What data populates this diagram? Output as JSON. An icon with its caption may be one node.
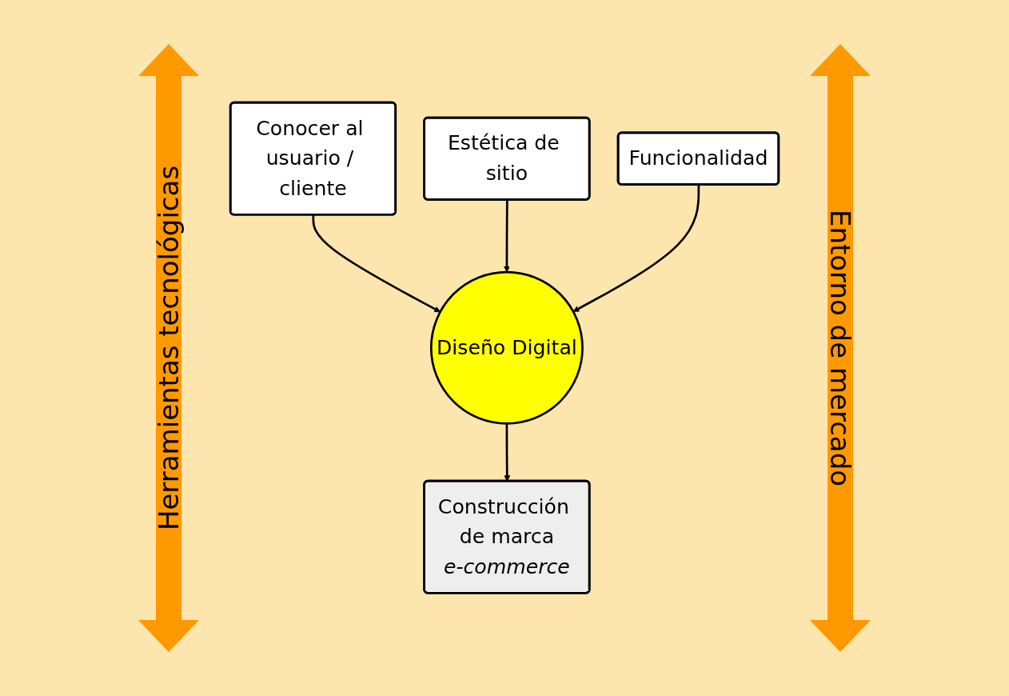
{
  "diagram": {
    "nodes": [
      {
        "text": [
          "Conocer al usuario / cliente"
        ]
      },
      {
        "text": [
          "Estética de sitio"
        ]
      },
      {
        "text": [
          "Funcionalidad"
        ]
      },
      {
        "text": [
          "Diseño Digital"
        ]
      },
      {
        "text": [
          "Construcción de marca",
          "e-commerce"
        ]
      }
    ],
    "edges": [
      {
        "from": 0,
        "to": 3,
        "arrow": "to"
      },
      {
        "from": 1,
        "to": 3,
        "arrow": "to"
      },
      {
        "from": 2,
        "to": 3,
        "arrow": "to"
      },
      {
        "from": 3,
        "to": 4,
        "arrow": "to"
      }
    ],
    "labels": [
      "Herramientas tecnológicas",
      "Entorno de mercado"
    ]
  }
}
